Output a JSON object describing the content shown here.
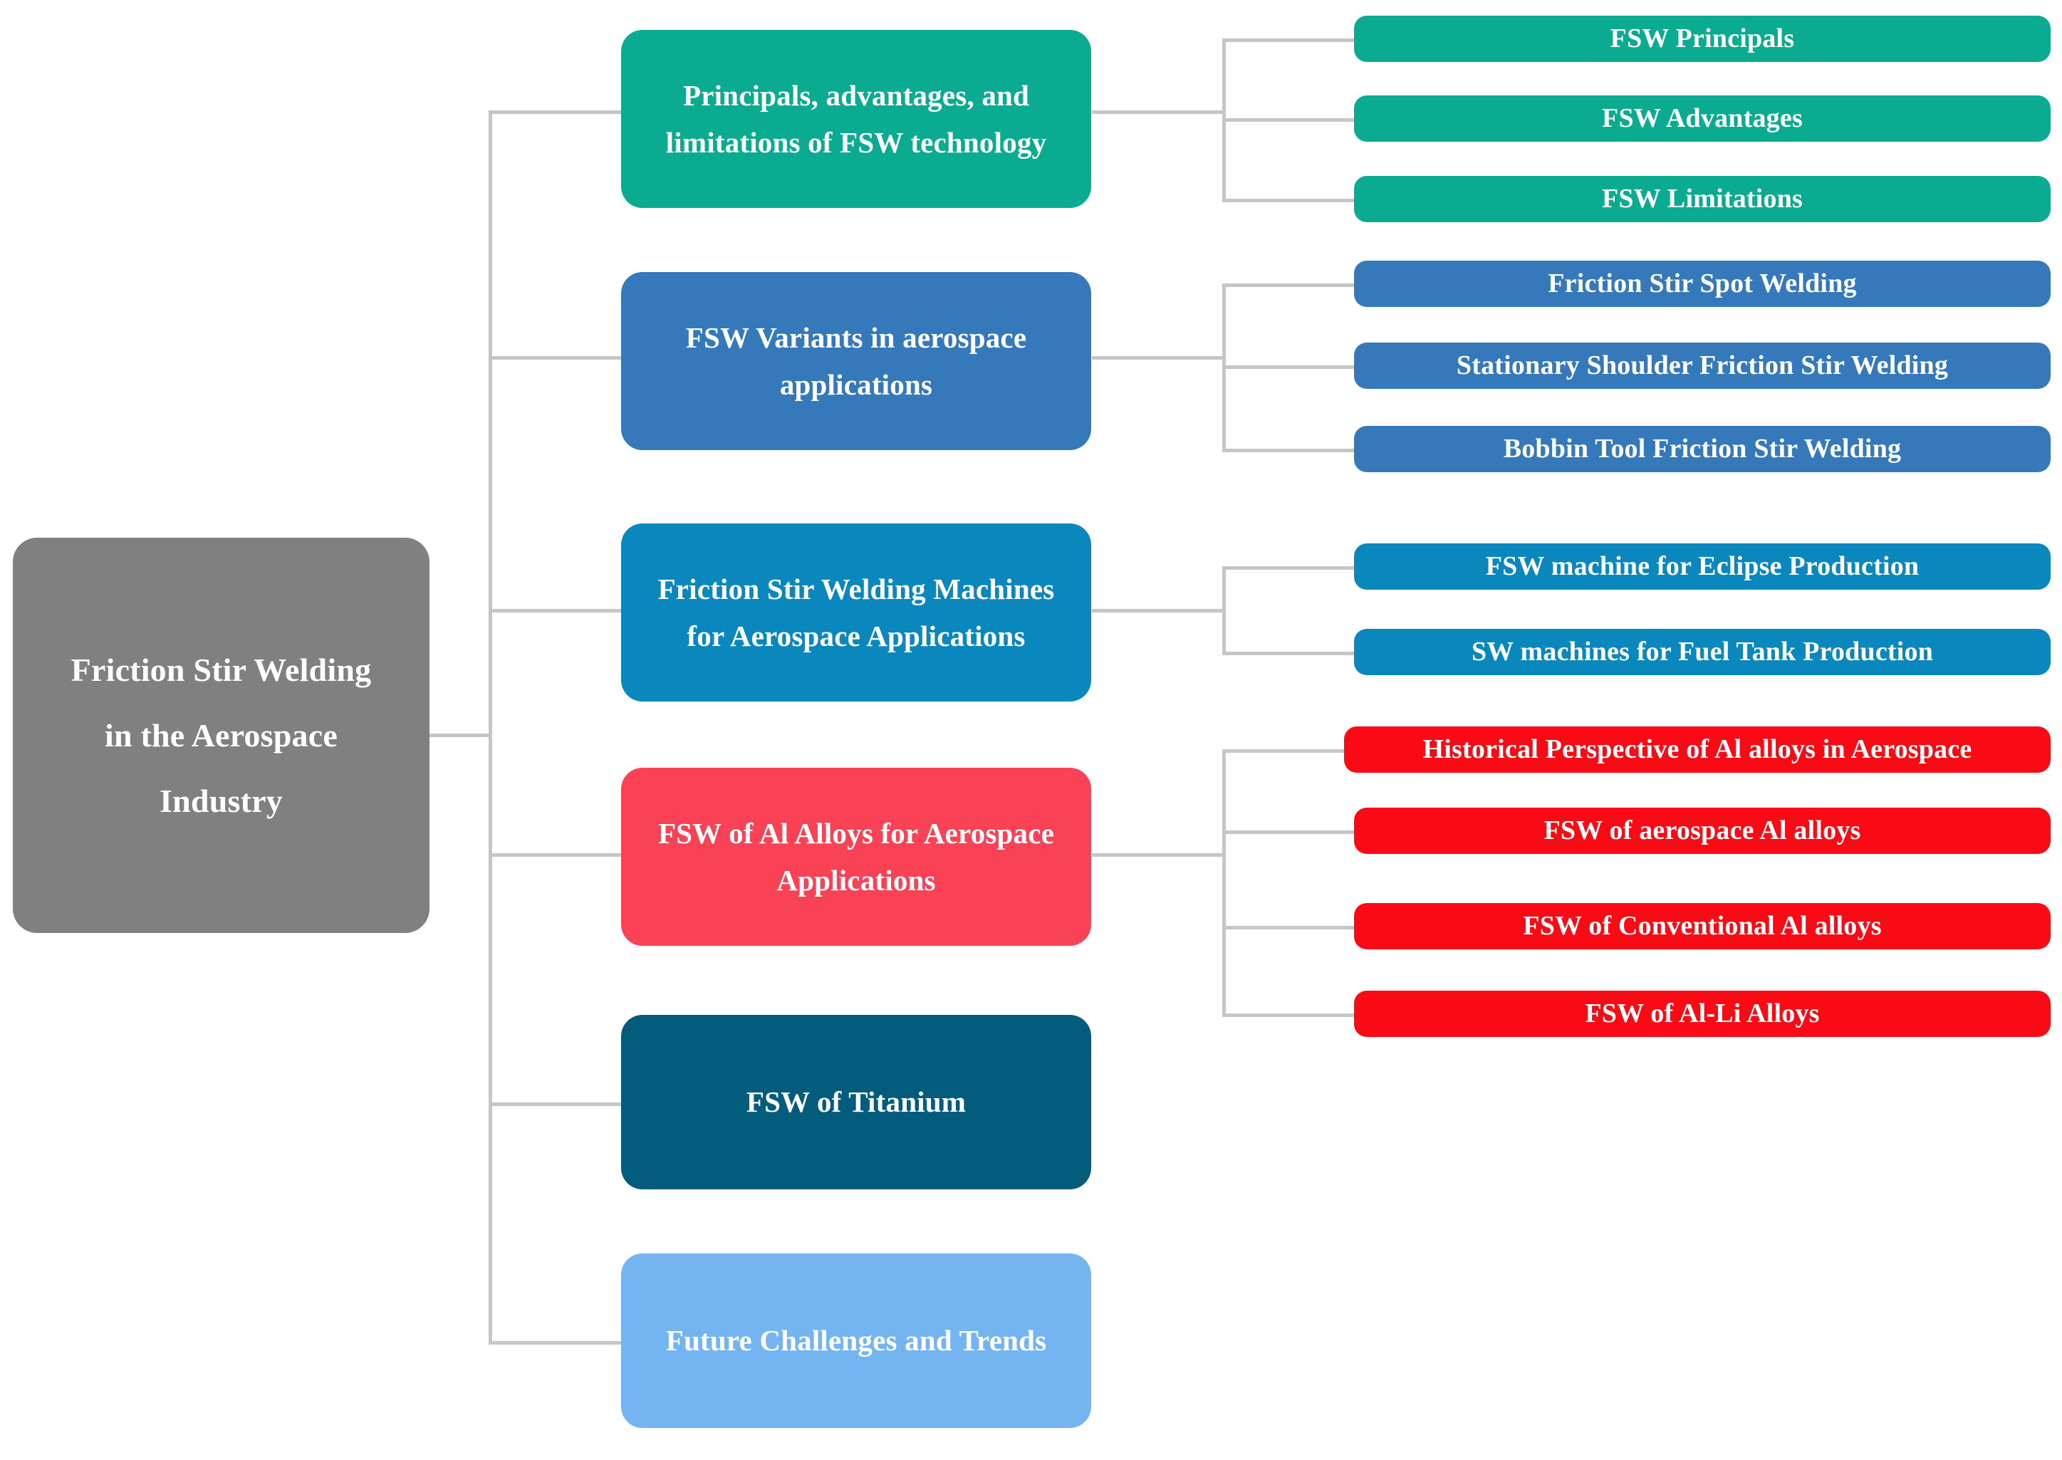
{
  "diagram": {
    "title": "Friction Stir Welding in the Aerospace Industry",
    "root": {
      "label": "Friction Stir Welding in the Aerospace Industry",
      "line1": "Friction Stir Welding",
      "line2": "in the Aerospace",
      "line3": "Industry",
      "color": "#808080"
    },
    "branches": [
      {
        "label": "Principals, advantages, and limitations of FSW technology",
        "color": "#0BAB92",
        "children": [
          {
            "label": "FSW Principals",
            "color": "#0BAB92"
          },
          {
            "label": "FSW Advantages",
            "color": "#0BAB92"
          },
          {
            "label": "FSW Limitations",
            "color": "#0BAB92"
          }
        ]
      },
      {
        "label": "FSW Variants in aerospace applications",
        "color": "#3579BA",
        "children": [
          {
            "label": "Friction Stir Spot Welding",
            "color": "#3579BA"
          },
          {
            "label": "Stationary Shoulder Friction Stir Welding",
            "color": "#3579BA"
          },
          {
            "label": "Bobbin Tool Friction Stir Welding",
            "color": "#3579BA"
          }
        ]
      },
      {
        "label": "Friction Stir Welding Machines for Aerospace Applications",
        "color": "#0A87BC",
        "children": [
          {
            "label": "FSW machine for Eclipse Production",
            "color": "#0A87BC"
          },
          {
            "label": "SW machines for Fuel Tank Production",
            "color": "#0A87BC"
          }
        ]
      },
      {
        "label": "FSW of Al Alloys for Aerospace Applications",
        "color": "#FA4257",
        "children": [
          {
            "label": "Historical Perspective of Al alloys in Aerospace",
            "color": "#FA0A14"
          },
          {
            "label": "FSW of aerospace Al alloys",
            "color": "#FA0A14"
          },
          {
            "label": "FSW of Conventional Al alloys",
            "color": "#FA0A14"
          },
          {
            "label": "FSW of Al-Li Alloys",
            "color": "#FA0A14"
          }
        ]
      },
      {
        "label": "FSW of Titanium",
        "color": "#045C7D",
        "children": []
      },
      {
        "label": "Future Challenges and Trends",
        "color": "#74B4F0",
        "children": []
      }
    ],
    "connector_color": "#c6c6c6"
  }
}
